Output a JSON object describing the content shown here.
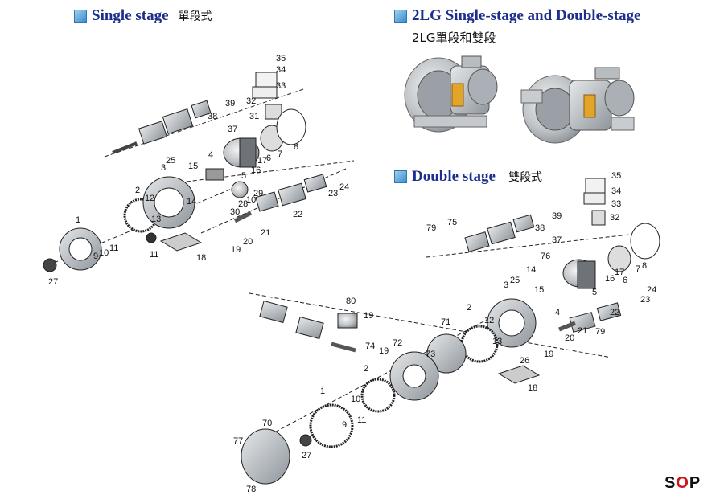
{
  "headings": {
    "single": {
      "en": "Single stage",
      "cn": "單段式"
    },
    "lg": {
      "en": "2LG Single-stage and Double-stage",
      "cn": "2LG單段和雙段"
    },
    "double": {
      "en": "Double stage",
      "cn": "雙段式"
    }
  },
  "logo": {
    "left": "S",
    "mid": "O",
    "right": "P"
  },
  "parts": {
    "single": [
      "35",
      "34",
      "33",
      "32",
      "31",
      "39",
      "38",
      "37",
      "4",
      "5",
      "16",
      "17",
      "6",
      "7",
      "8",
      "15",
      "3",
      "25",
      "2",
      "12",
      "13",
      "14",
      "30",
      "28",
      "10",
      "29",
      "22",
      "23",
      "24",
      "1",
      "9",
      "10",
      "11",
      "11",
      "18",
      "19",
      "20",
      "21",
      "27"
    ],
    "double": [
      "35",
      "34",
      "33",
      "32",
      "39",
      "38",
      "37",
      "79",
      "75",
      "76",
      "14",
      "15",
      "3",
      "25",
      "2",
      "12",
      "13",
      "4",
      "5",
      "16",
      "17",
      "6",
      "7",
      "8",
      "22",
      "23",
      "24",
      "19",
      "20",
      "21",
      "79",
      "26",
      "18",
      "80",
      "19",
      "74",
      "2",
      "19",
      "72",
      "71",
      "73",
      "1",
      "10",
      "9",
      "11",
      "27",
      "70",
      "77",
      "78"
    ]
  },
  "icons": [
    "blue-square-bullet-icon",
    "logo-mark"
  ]
}
